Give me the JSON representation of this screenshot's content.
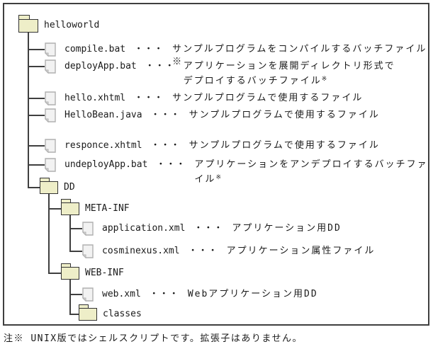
{
  "figure": {
    "tree": {
      "rows": [
        {
          "type": "folder",
          "name": "helloworld"
        },
        {
          "type": "file",
          "name": "compile.bat",
          "dots": "・・・",
          "desc": "サンプルプログラムをコンパイルするバッチファイル※"
        },
        {
          "type": "file",
          "name": "deployApp.bat",
          "dots": "・・・",
          "desc": "アプリケーションを展開ディレクトリ形式で\nデプロイするバッチファイル",
          "note": "※"
        },
        {
          "type": "file",
          "name": "hello.xhtml",
          "dots": "・・・",
          "desc": "サンプルプログラムで使用するファイル"
        },
        {
          "type": "file",
          "name": "HelloBean.java",
          "dots": "・・・",
          "desc": "サンプルプログラムで使用するファイル"
        },
        {
          "type": "file",
          "name": "responce.xhtml",
          "dots": "・・・",
          "desc": "サンプルプログラムで使用するファイル"
        },
        {
          "type": "file",
          "name": "undeployApp.bat",
          "dots": "・・・",
          "desc": "アプリケーションをアンデプロイするバッチファイル",
          "note": "※"
        },
        {
          "type": "folder",
          "name": "DD"
        },
        {
          "type": "folder",
          "name": "META-INF"
        },
        {
          "type": "file",
          "name": "application.xml",
          "dots": "・・・",
          "desc": "アプリケーション用DD"
        },
        {
          "type": "file",
          "name": "cosminexus.xml",
          "dots": "・・・",
          "desc": "アプリケーション属性ファイル"
        },
        {
          "type": "folder",
          "name": "WEB-INF"
        },
        {
          "type": "file",
          "name": "web.xml",
          "dots": "・・・",
          "desc": "Webアプリケーション用DD"
        },
        {
          "type": "folder",
          "name": "classes"
        }
      ]
    },
    "footnote": "注※ UNIX版ではシェルスクリプトです。拡張子はありません。",
    "colors": {
      "folder_fill": "#EEEEC8",
      "folder_border": "#333333",
      "file_fill": "#F2F2F2",
      "file_border": "#B0B0B0",
      "tree_line": "#3F3F3F",
      "frame_border": "#3F3F3F",
      "text": "#1A1A1A"
    }
  }
}
